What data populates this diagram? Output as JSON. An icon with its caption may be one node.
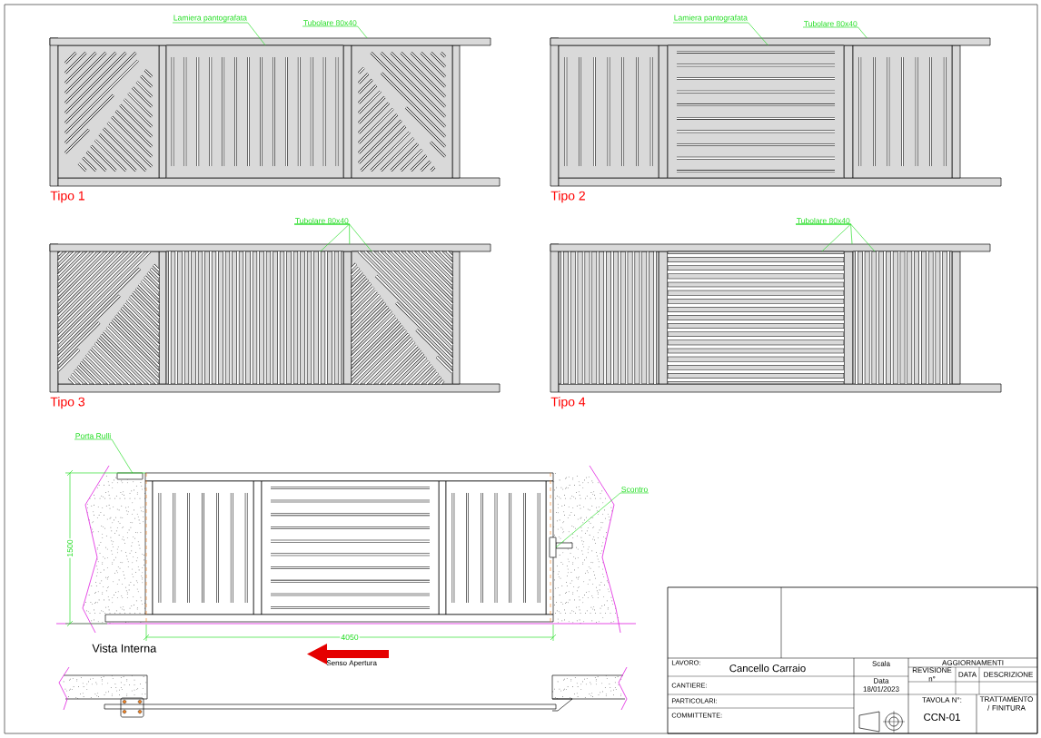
{
  "diagram": {
    "nodes": [
      {
        "text": [
          "Tipo 1"
        ]
      },
      {
        "text": [],
        "shape": "bar",
        "in": 0
      },
      {
        "text": [],
        "shape": "box",
        "in": 0
      },
      {
        "text": [
          "Lamiera pantografata"
        ]
      },
      {
        "text": [
          "Tubolare 80x40"
        ]
      },
      {
        "text": [
          "Tipo 2"
        ]
      },
      {
        "text": [],
        "shape": "bar",
        "in": 5
      },
      {
        "text": [],
        "shape": "box",
        "in": 5
      },
      {
        "text": [
          "Lamiera pantografata"
        ]
      },
      {
        "text": [
          "Tubolare 80x40"
        ]
      },
      {
        "text": [
          "Tipo 3"
        ]
      },
      {
        "text": [],
        "shape": "bar",
        "in": 10
      },
      {
        "text": [],
        "shape": "box",
        "in": 10
      },
      {
        "text": [],
        "shape": "box",
        "in": 10
      },
      {
        "text": [
          "Tubolare 80x40"
        ]
      },
      {
        "text": [
          "Tipo 4"
        ]
      },
      {
        "text": [],
        "shape": "bar",
        "in": 15
      },
      {
        "text": [],
        "shape": "box",
        "in": 15
      },
      {
        "text": [],
        "shape": "box",
        "in": 15
      },
      {
        "text": [
          "Tubolare 80x40"
        ]
      },
      {
        "text": [
          "Porta Rulli"
        ]
      },
      {
        "text": [],
        "shape": "box"
      },
      {
        "text": [
          "Scontro"
        ]
      },
      {
        "text": [],
        "shape": "box"
      }
    ],
    "edges": [
      {
        "from": 3,
        "to": 2,
        "arrow": "none"
      },
      {
        "from": 4,
        "to": 1,
        "arrow": "none"
      },
      {
        "from": 8,
        "to": 7,
        "arrow": "none"
      },
      {
        "from": 9,
        "to": 6,
        "arrow": "none"
      },
      {
        "from": 14,
        "to": 12,
        "arrow": "none"
      },
      {
        "from": 14,
        "to": 11,
        "arrow": "none"
      },
      {
        "from": 14,
        "to": 13,
        "arrow": "none"
      },
      {
        "from": 19,
        "to": 17,
        "arrow": "none"
      },
      {
        "from": 19,
        "to": 16,
        "arrow": "none"
      },
      {
        "from": 19,
        "to": 18,
        "arrow": "none"
      },
      {
        "from": 20,
        "to": 21,
        "arrow": "none"
      },
      {
        "from": 22,
        "to": 23,
        "arrow": "none"
      }
    ],
    "labels": [
      "Vista Interna",
      "1500",
      "4050",
      "Senso Apertura",
      "LAVORO:",
      "Cancello Carraio",
      "Scala",
      "AGGIORNAMENTI",
      "REVISIONE n°",
      "DATA",
      "DESCRIZIONE",
      "CANTIERE:",
      "Data",
      "18/01/2023",
      "PARTICOLARI:",
      "TAVOLA N°:",
      "TRATTAMENTO / FINITURA",
      "COMMITTENTE:",
      "CCN-01"
    ]
  }
}
